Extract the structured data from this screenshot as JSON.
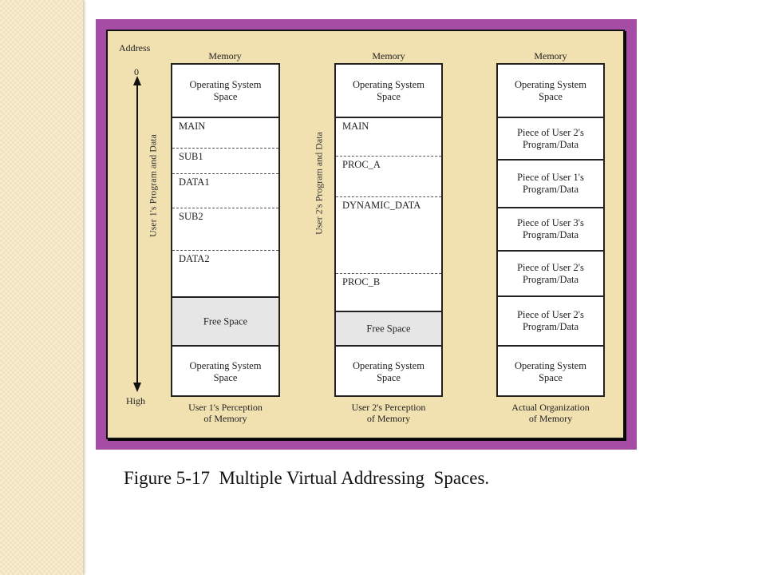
{
  "caption": "Figure 5-17  Multiple Virtual Addressing  Spaces.",
  "colors": {
    "frame": "#a54ca5",
    "panel": "#f1e1b1",
    "free_space": "#e6e6e6",
    "sidebar": "#f2e2bc"
  },
  "axis": {
    "title": "Address",
    "top": "0",
    "bottom": "High"
  },
  "columns": [
    {
      "header": "Memory",
      "side_label": "User 1's Program and Data",
      "footer_line1": "User 1's Perception",
      "footer_line2": "of Memory",
      "segments": [
        {
          "label": "Operating System Space",
          "kind": "os"
        },
        {
          "label": "MAIN",
          "kind": "code"
        },
        {
          "label": "SUB1",
          "kind": "code"
        },
        {
          "label": "DATA1",
          "kind": "code"
        },
        {
          "label": "SUB2",
          "kind": "code"
        },
        {
          "label": "DATA2",
          "kind": "code"
        },
        {
          "label": "Free Space",
          "kind": "free"
        },
        {
          "label": "Operating System Space",
          "kind": "os"
        }
      ]
    },
    {
      "header": "Memory",
      "side_label": "User 2's  Program and Data",
      "footer_line1": "User 2's Perception",
      "footer_line2": "of Memory",
      "segments": [
        {
          "label": "Operating System Space",
          "kind": "os"
        },
        {
          "label": "MAIN",
          "kind": "code"
        },
        {
          "label": "PROC_A",
          "kind": "code"
        },
        {
          "label": "DYNAMIC_DATA",
          "kind": "code"
        },
        {
          "label": "PROC_B",
          "kind": "code"
        },
        {
          "label": "Free Space",
          "kind": "free"
        },
        {
          "label": "Operating System Space",
          "kind": "os"
        }
      ]
    },
    {
      "header": "Memory",
      "footer_line1": "Actual Organization",
      "footer_line2": "of Memory",
      "segments": [
        {
          "label": "Operating System Space",
          "kind": "os"
        },
        {
          "label": "Piece of User 2's Program/Data",
          "kind": "piece"
        },
        {
          "label": "Piece of User 1's Program/Data",
          "kind": "piece"
        },
        {
          "label": "Piece of User 3's Program/Data",
          "kind": "piece"
        },
        {
          "label": "Piece of User 2's Program/Data",
          "kind": "piece"
        },
        {
          "label": "Piece of User 2's Program/Data",
          "kind": "piece"
        },
        {
          "label": "Operating System Space",
          "kind": "os"
        }
      ]
    }
  ]
}
